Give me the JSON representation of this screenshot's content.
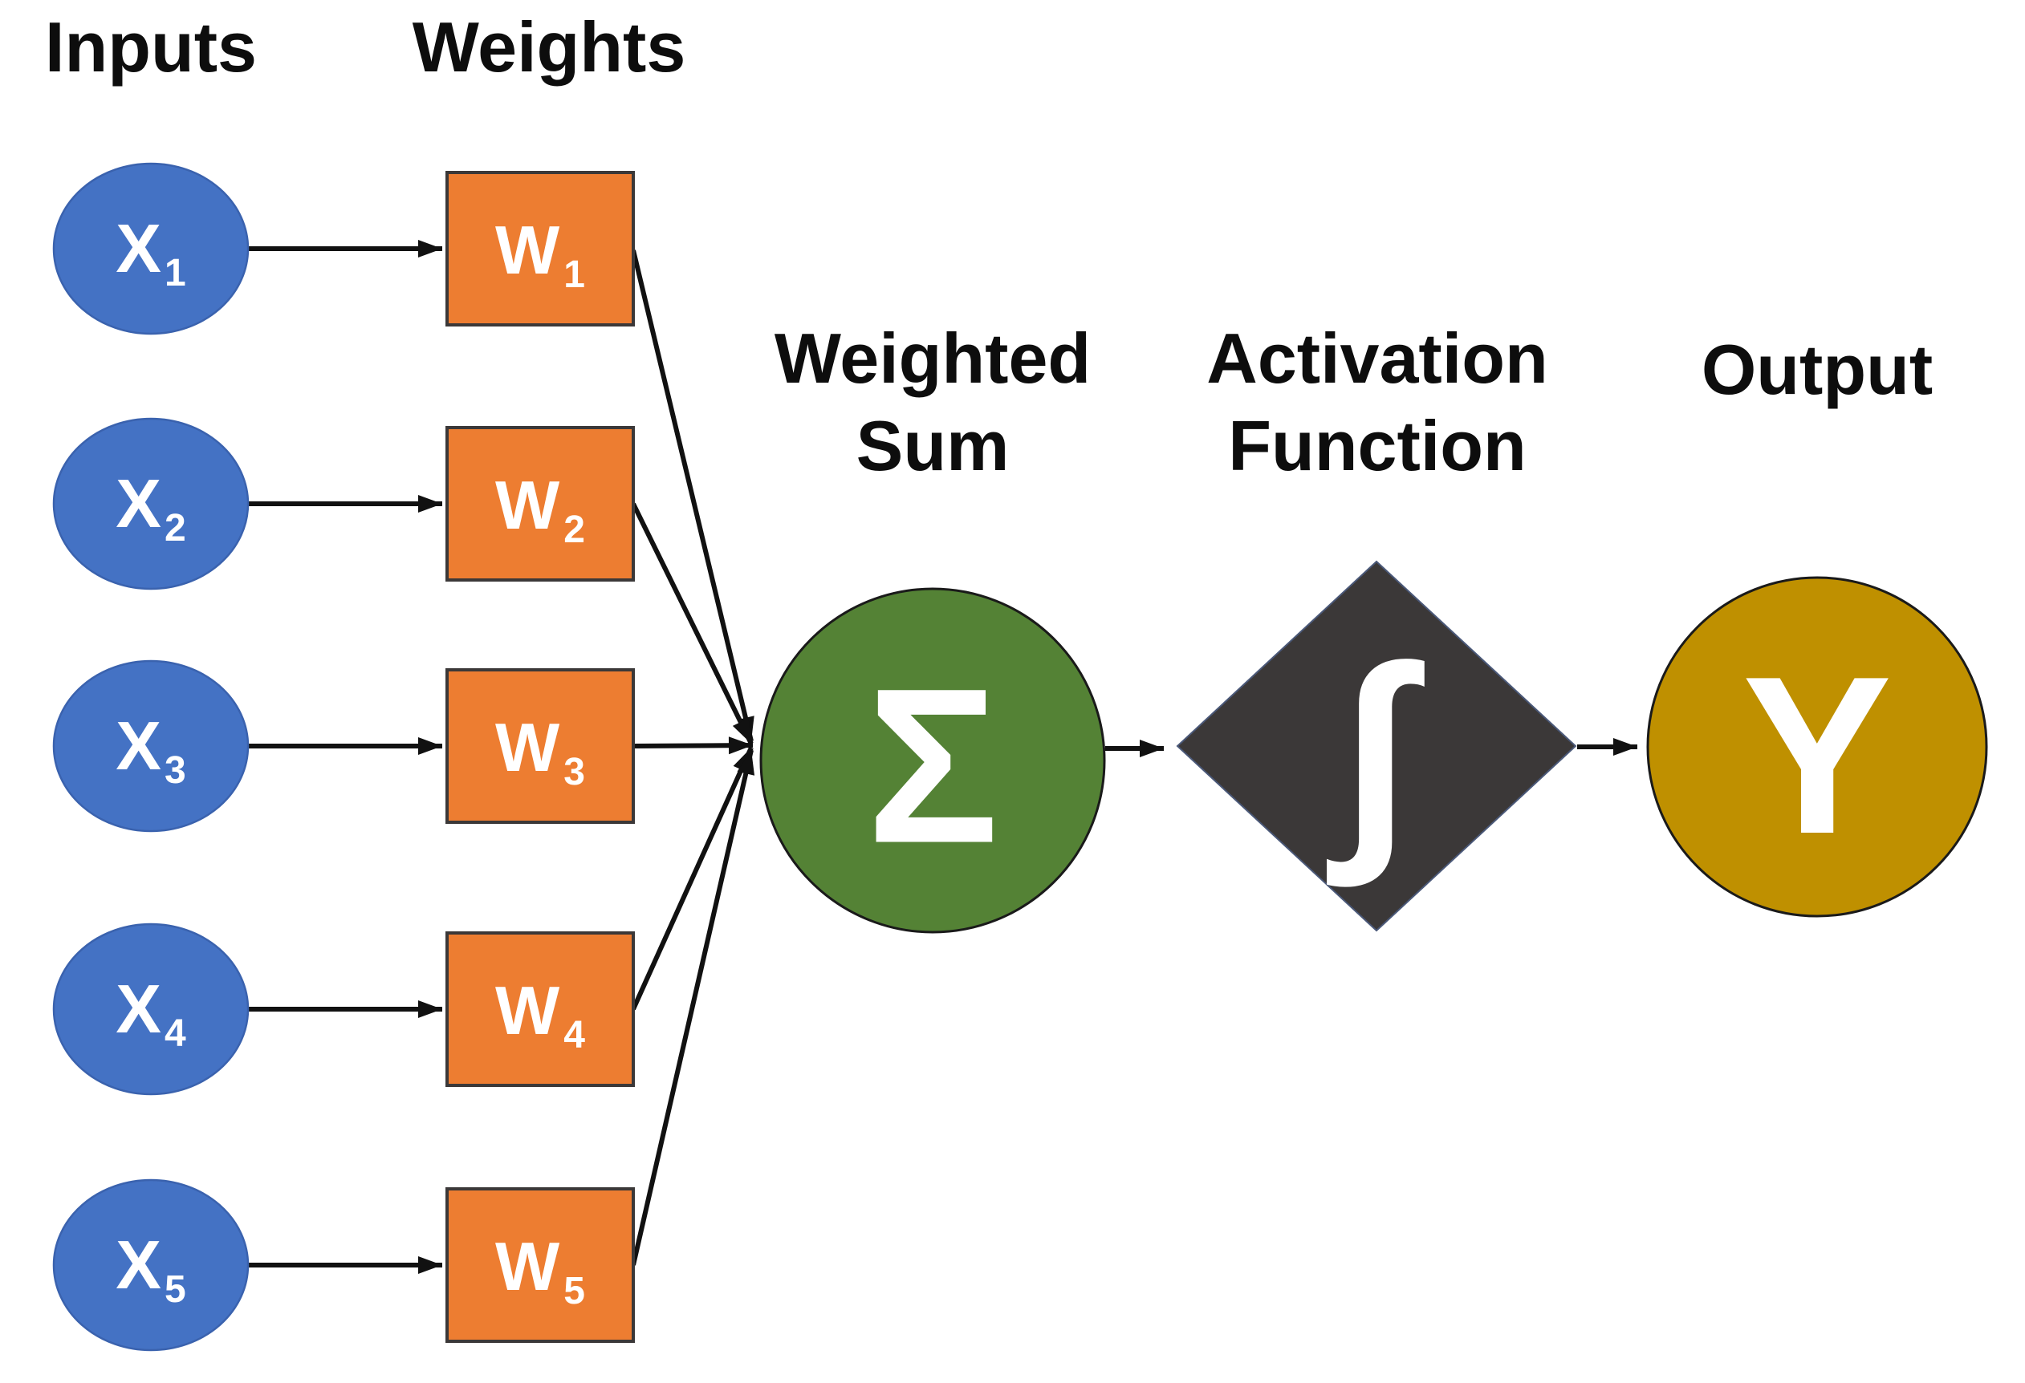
{
  "headings": {
    "inputs": "Inputs",
    "weights": "Weights",
    "weighted_sum": "Weighted\nSum",
    "activation_function": "Activation\nFunction",
    "output": "Output"
  },
  "nodes": {
    "inputs": [
      {
        "label": "X",
        "sub": "1"
      },
      {
        "label": "X",
        "sub": "2"
      },
      {
        "label": "X",
        "sub": "3"
      },
      {
        "label": "X",
        "sub": "4"
      },
      {
        "label": "X",
        "sub": "5"
      }
    ],
    "weights": [
      {
        "label": "W",
        "sub": "1"
      },
      {
        "label": "W",
        "sub": "2"
      },
      {
        "label": "W",
        "sub": "3"
      },
      {
        "label": "W",
        "sub": "4"
      },
      {
        "label": "W",
        "sub": "5"
      }
    ],
    "sum": {
      "symbol": "Σ"
    },
    "activation": {
      "symbol": "∫"
    },
    "output": {
      "symbol": "Y"
    }
  },
  "colors": {
    "input_fill": "#4472C4",
    "weight_fill": "#ED7D31",
    "sum_fill": "#548235",
    "activation_fill": "#3B3838",
    "output_fill": "#BF9000",
    "connector": "#111111",
    "label_text": "#FFFFFF",
    "heading_text": "#0D0D0D"
  }
}
